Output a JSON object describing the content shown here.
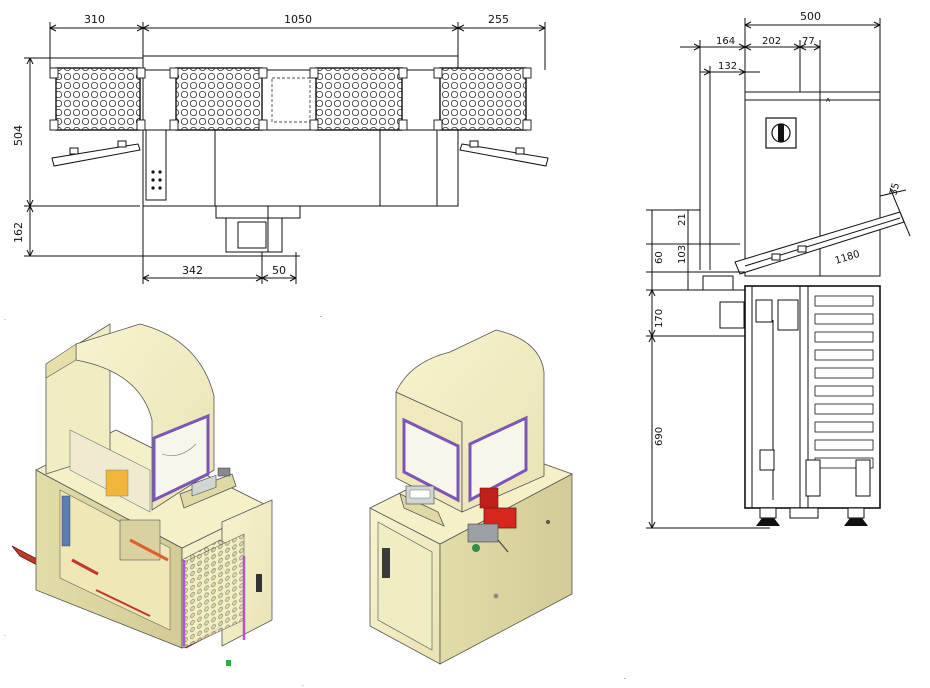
{
  "top_view": {
    "dims": {
      "left_wing": "310",
      "overall_width": "1050",
      "right_wing": "255",
      "depth": "504",
      "lower_depth": "162",
      "offset": "342",
      "small_offset": "50"
    }
  },
  "side_view": {
    "dims": {
      "overall_depth": "500",
      "d164": "164",
      "d202": "202",
      "d77": "77",
      "d132": "132",
      "angle": "35",
      "h21": "21",
      "h103": "103",
      "h60": "60",
      "slope_len": "1180",
      "h170": "170",
      "h690": "690"
    }
  }
}
